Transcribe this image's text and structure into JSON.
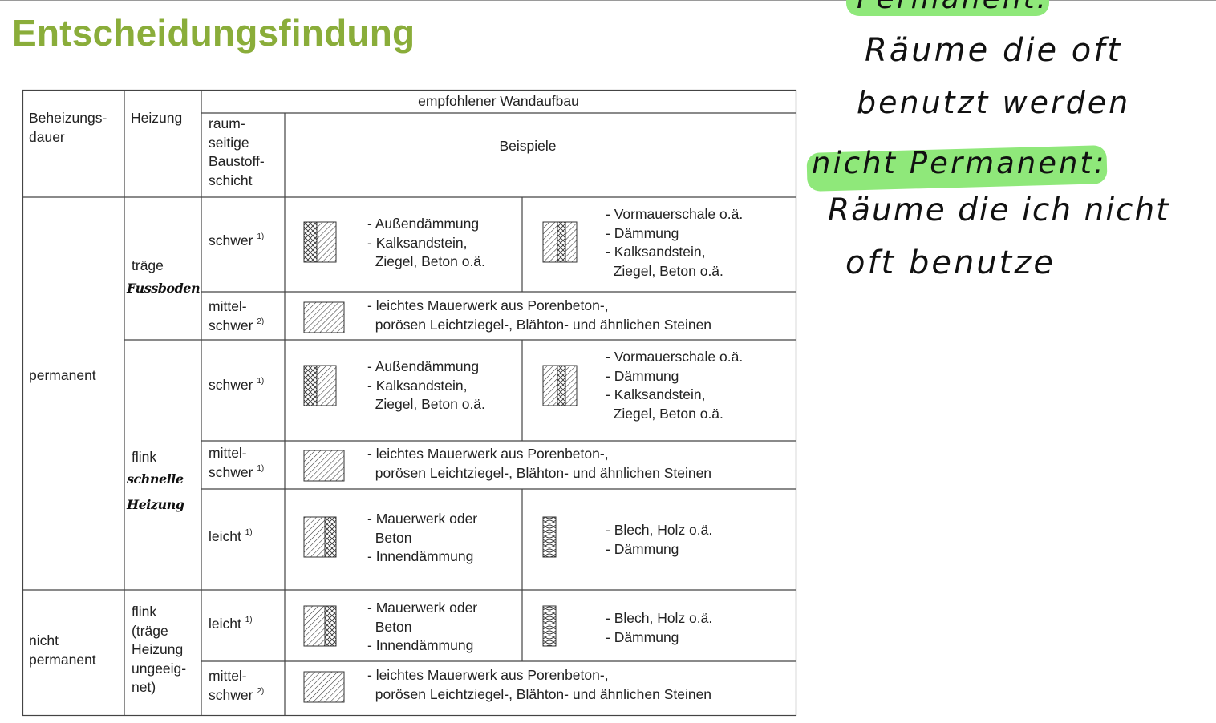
{
  "title": "Entscheidungsfindung",
  "header": {
    "col1": "Beheizungs-\ndauer",
    "col2": "Heizung",
    "group": "empfohlener Wandaufbau",
    "col3": "raum-\nseitige\nBaustoff-\nschicht",
    "col4": "Beispiele"
  },
  "groups": {
    "permanent": "permanent",
    "nicht_permanent": "nicht\npermanent"
  },
  "heizung": {
    "traege": "träge",
    "flink": "flink",
    "flink_traege": "flink\n(träge\nHeizung\nungeeig-\nnet)"
  },
  "schicht": {
    "r1": "schwer",
    "r1_sup": "1)",
    "r2": "mittel-\nschwer",
    "r2_sup": "2)",
    "r3": "schwer",
    "r3_sup": "1)",
    "r4": "mittel-\nschwer",
    "r4_sup": "1)",
    "r5": "leicht",
    "r5_sup": "1)",
    "r6": "leicht",
    "r6_sup": "1)",
    "r7": "mittel-\nschwer",
    "r7_sup": "2)"
  },
  "examples": {
    "aussen": "- Außendämmung\n- Kalksandstein,\n  Ziegel, Beton o.ä.",
    "vormauer": "- Vormauerschale o.ä.\n- Dämmung\n- Kalksandstein,\n  Ziegel, Beton o.ä.",
    "leicht_mw": "- leichtes Mauerwerk aus Porenbeton-,\n  porösen Leichtziegel-, Blähton- und ähnlichen Steinen",
    "mauerwerk_innen": "- Mauerwerk oder\n  Beton\n- Innendämmung",
    "blech": "- Blech, Holz o.ä.\n- Dämmung"
  },
  "handwriting": {
    "fussboden": "Fussboden",
    "schnelle": "schnelle",
    "heizung": "Heizung",
    "permanent": "Permanent:",
    "line1": "Räume die oft",
    "line2": "benutzt werden",
    "nicht_permanent": "nicht Permanent:",
    "line3": "Räume die ich nicht",
    "line4": "oft benutze"
  },
  "colors": {
    "title": "#8aad3a",
    "highlight": "#8fe87a"
  }
}
